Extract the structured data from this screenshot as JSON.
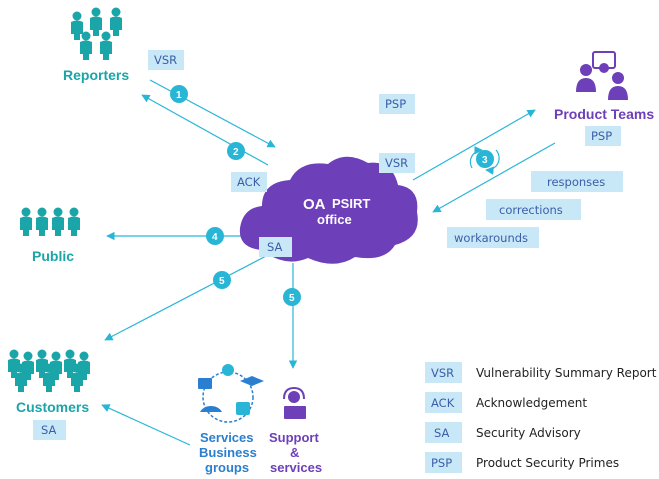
{
  "nodes": {
    "reporters": "Reporters",
    "product_teams": "Product Teams",
    "public": "Public",
    "customers": "Customers",
    "services_business": [
      "Services",
      "Business",
      "groups"
    ],
    "support_services": [
      "Support",
      "&",
      "services"
    ],
    "cloud_brand": "OA",
    "cloud_title": "PSIRT",
    "cloud_sub": "office"
  },
  "tags": {
    "vsr_reporters": "VSR",
    "ack": "ACK",
    "psp_top": "PSP",
    "vsr_product": "VSR",
    "psp_product": "PSP",
    "responses": "responses",
    "corrections": "corrections",
    "workarounds": "workarounds",
    "sa_cloud": "SA",
    "sa_customers": "SA"
  },
  "steps": [
    "1",
    "2",
    "3",
    "4",
    "5",
    "5"
  ],
  "legend": [
    {
      "abbr": "VSR",
      "text": "Vulnerability Summary Report"
    },
    {
      "abbr": "ACK",
      "text": "Acknowledgement"
    },
    {
      "abbr": "SA",
      "text": "Security Advisory"
    },
    {
      "abbr": "PSP",
      "text": "Product Security Primes"
    }
  ],
  "colors": {
    "teal": "#1aa5a8",
    "purple": "#6d3fb8",
    "arrow": "#29b6d6",
    "tag_fill": "#c9e8f7"
  }
}
